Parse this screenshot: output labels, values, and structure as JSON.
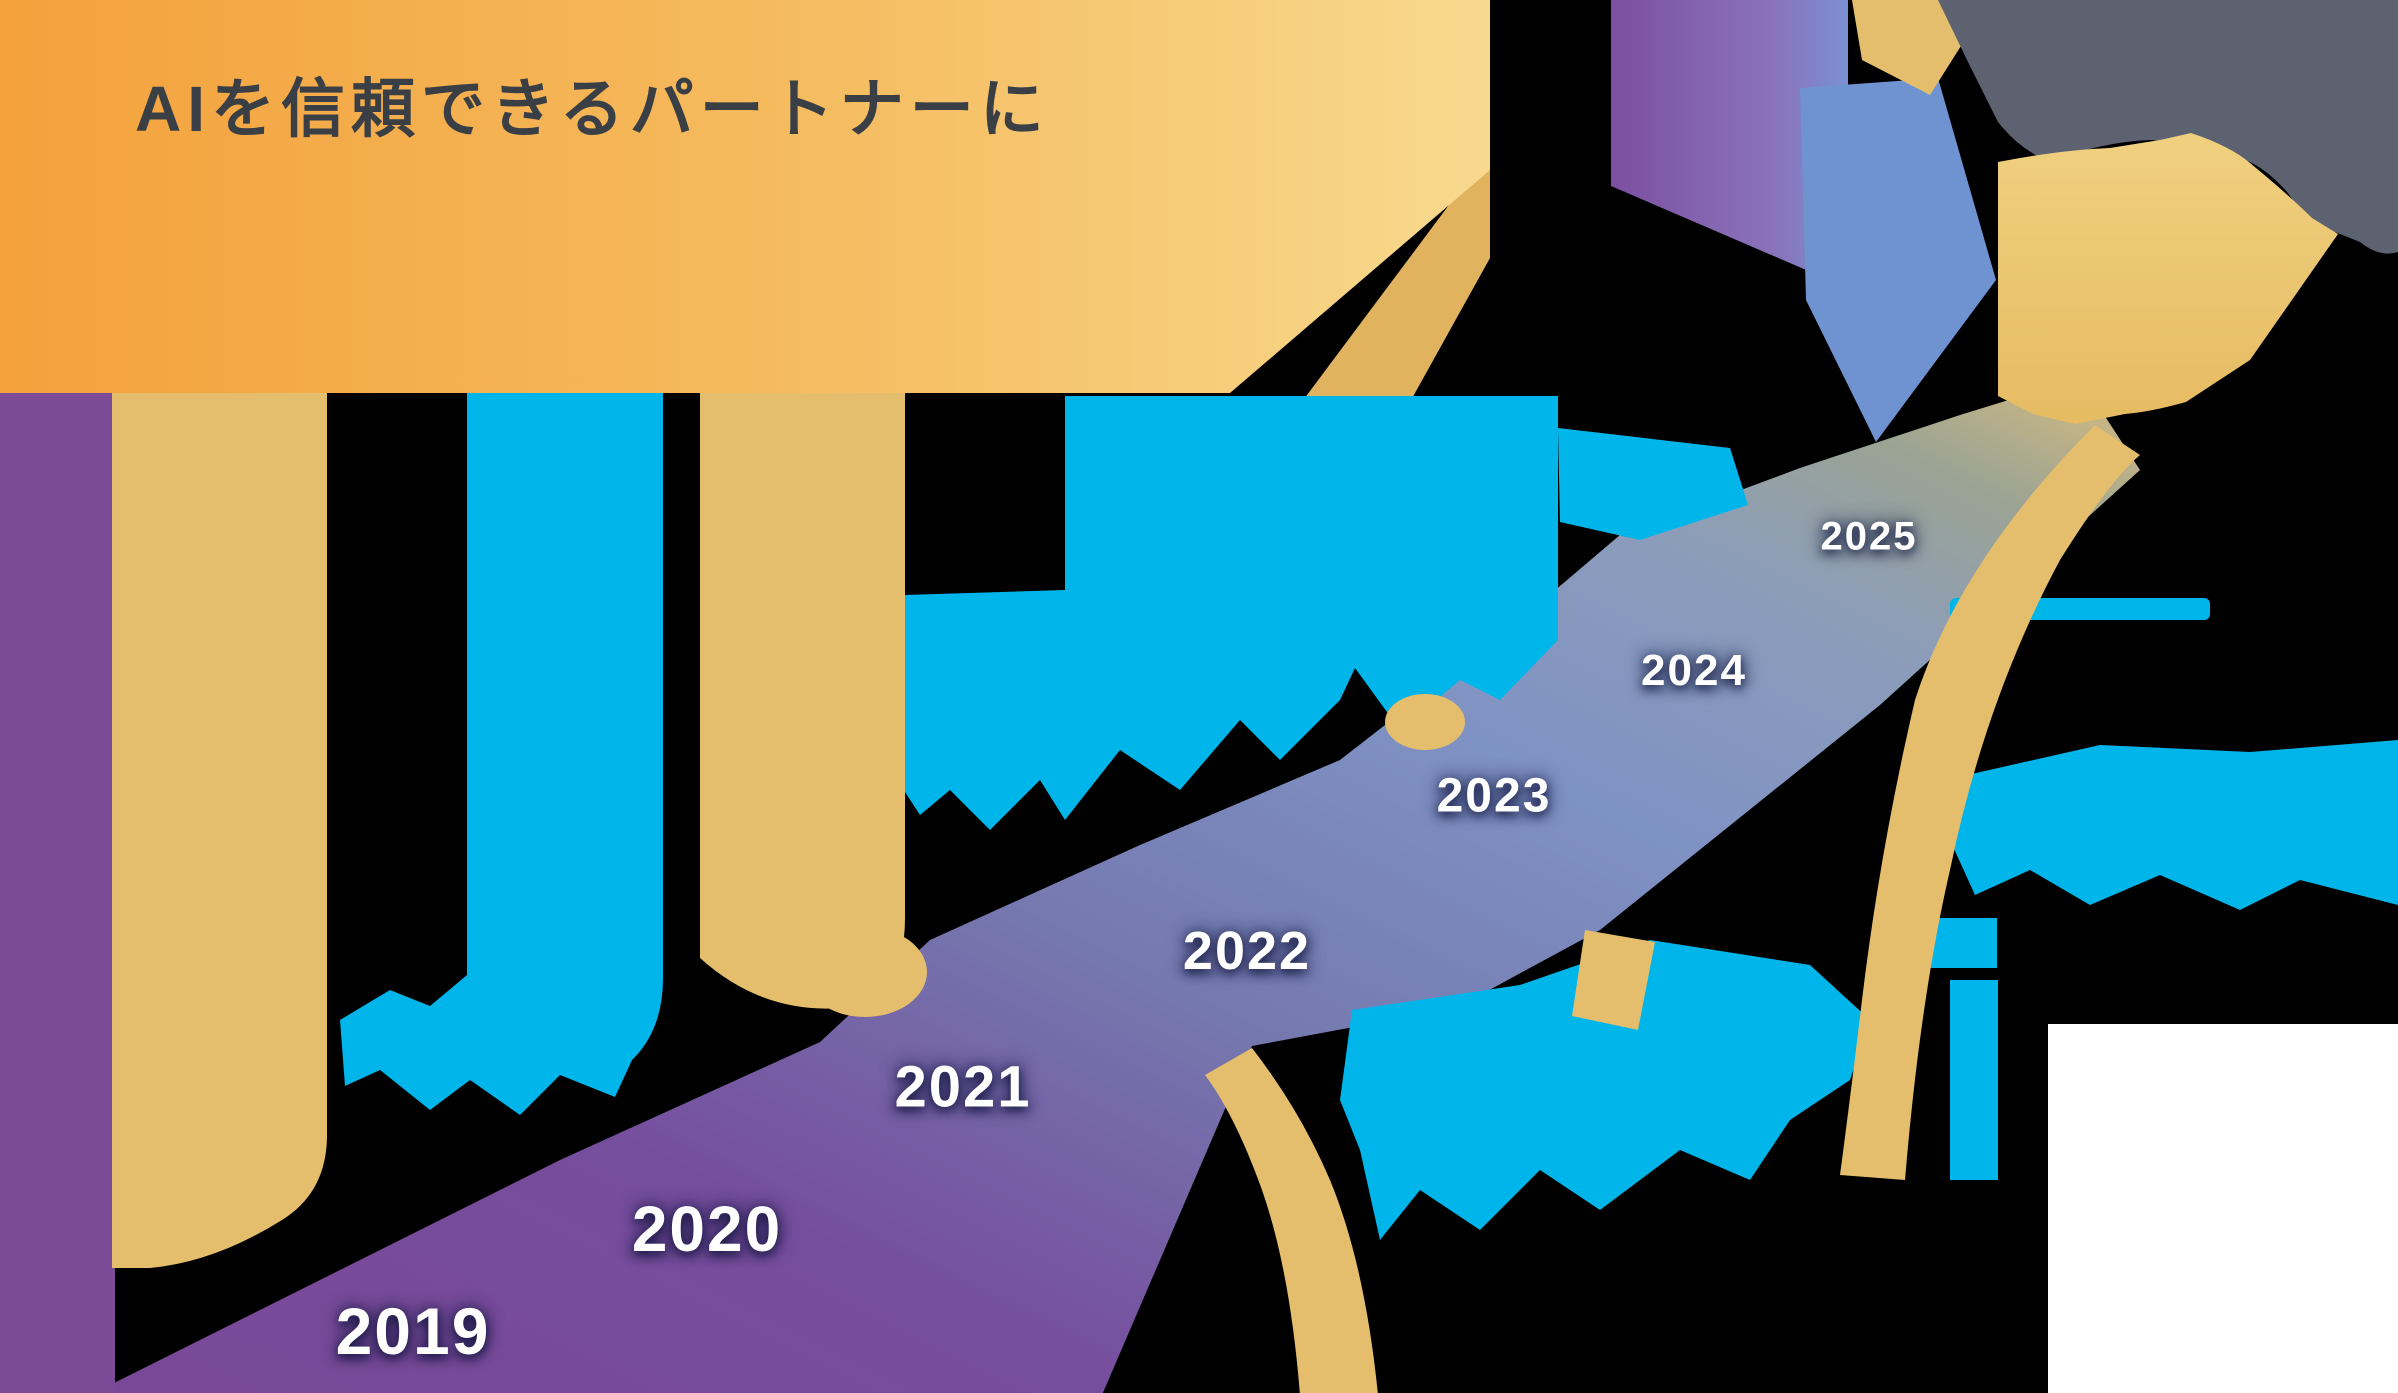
{
  "title": {
    "text": "AIを信頼できるパートナーに"
  },
  "timeline": {
    "years": [
      {
        "label": "2019"
      },
      {
        "label": "2020"
      },
      {
        "label": "2021"
      },
      {
        "label": "2022"
      },
      {
        "label": "2023"
      },
      {
        "label": "2024"
      },
      {
        "label": "2025"
      }
    ]
  },
  "icons": [
    "timeline-road-icon",
    "milestone-pin-icon",
    "cyan-callout-icon",
    "goal-mountain-icon",
    "cloud-icon"
  ],
  "palette": {
    "background": "#000000",
    "header_orange_left": "#F4A13B",
    "header_orange_right": "#F8D98E",
    "title_text": "#3A3F46",
    "road_purple": "#7A4795",
    "road_violet": "#7579AF",
    "road_blue": "#7F92C4",
    "road_olive": "#9AA394",
    "road_gold_end": "#D9BD7E",
    "gold": "#E4BE6C",
    "gold_dark": "#E2B35F",
    "cyan": "#00B5EA",
    "purple_column": "#7B4B97",
    "purple_top_right": "#7C4FA0",
    "steel_blue": "#6F92D0",
    "gray_cloud": "#5C6270",
    "mountain_gold": "#EFCE7D",
    "white_panel": "#FFFFFF",
    "year_text": "#FFFFFF"
  }
}
